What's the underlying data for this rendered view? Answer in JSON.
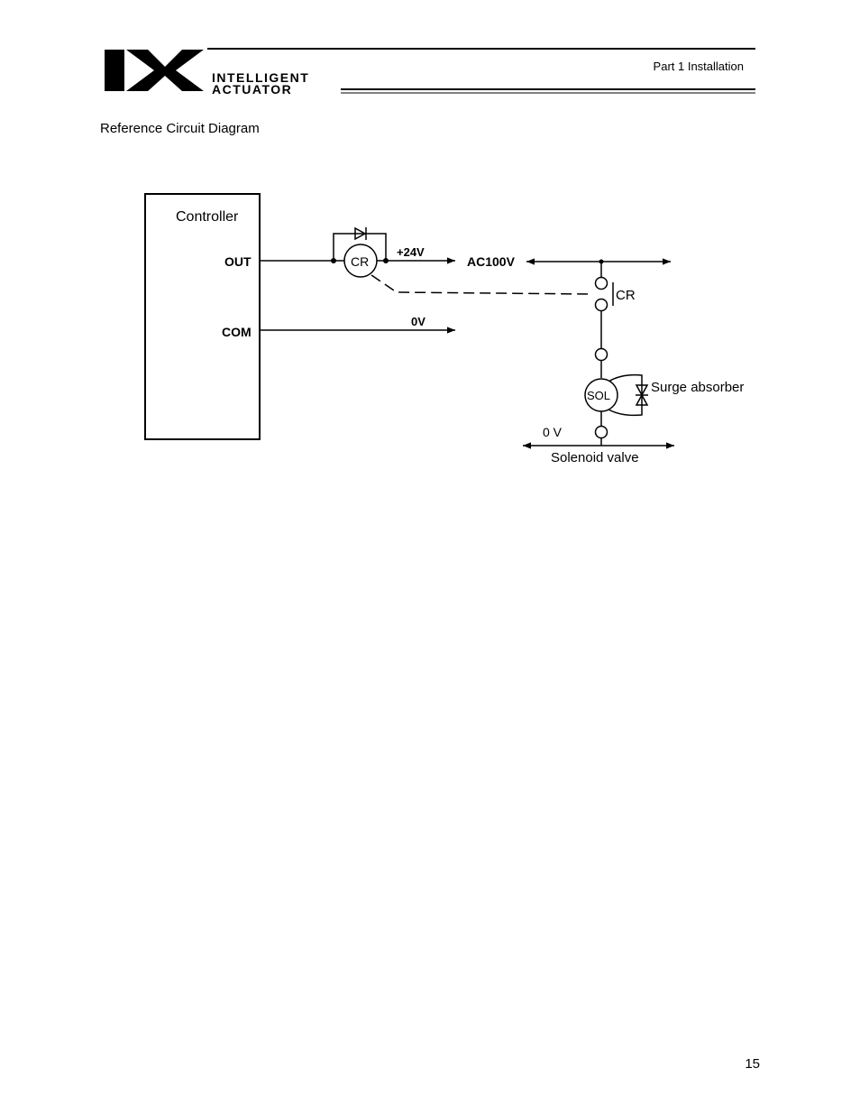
{
  "header": {
    "logo_mark": "IX",
    "logo_line1": "INTELLIGENT",
    "logo_line2": "ACTUATOR",
    "section": "Part 1 Installation"
  },
  "content": {
    "title": "Reference Circuit Diagram"
  },
  "diagram": {
    "controller_label": "Controller",
    "out_label": "OUT",
    "com_label": "COM",
    "relay_coil_label": "CR",
    "plus24v_label": "+24V",
    "zero_v_label": "0V",
    "ac100v_label": "AC100V",
    "relay_contact_label": "CR",
    "solenoid_label": "SOL",
    "surge_label": "Surge absorber",
    "ground_label": "0 V",
    "solenoid_valve_label": "Solenoid valve"
  },
  "footer": {
    "page_number": "15"
  }
}
